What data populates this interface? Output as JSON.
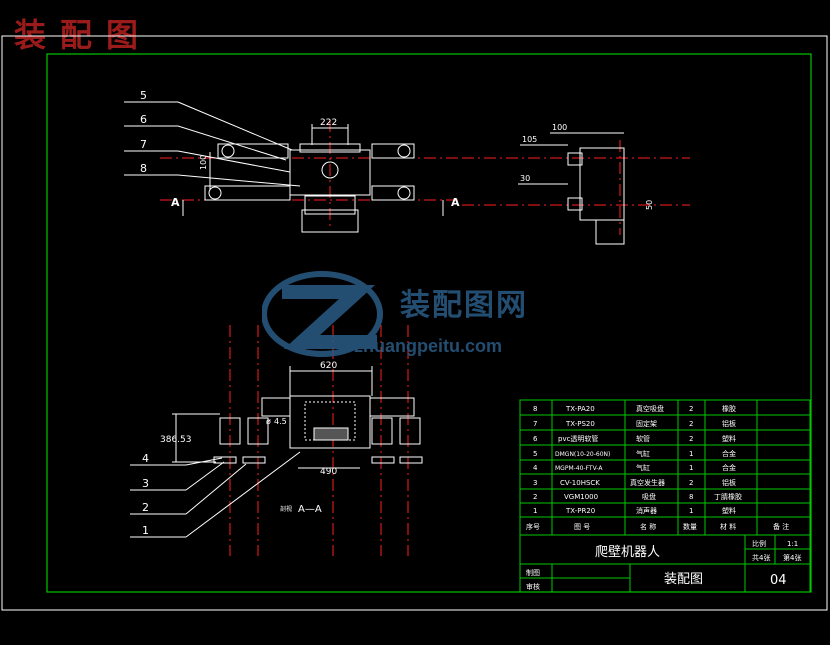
{
  "header": {
    "brand_text": "装配图"
  },
  "watermark": {
    "logo_text": "装配图网",
    "url": "zhuangpeitu.com"
  },
  "colors": {
    "frame": "#ffffff",
    "border": "#00c800",
    "part": "#ffffff",
    "centerline": "#ff2020",
    "dimension": "#ffffff",
    "watermark": "#2a5c86",
    "brand": "#9b1b1b"
  },
  "top_view": {
    "section_marks": [
      "A",
      "A"
    ],
    "dim_width": "222",
    "dim_height": "100",
    "leaders": [
      "5",
      "6",
      "7",
      "8"
    ]
  },
  "side_view": {
    "dims": [
      "100",
      "105",
      "30",
      "50"
    ]
  },
  "front_view": {
    "dims": [
      "620",
      "490",
      "386.53",
      "4.5"
    ],
    "dia_prefix": "ø",
    "leaders": [
      "4",
      "3",
      "2",
      "1"
    ],
    "section_label": "A—A",
    "section_prefix": "剖视"
  },
  "parts_list": {
    "rows": [
      {
        "no": "8",
        "code": "TX-PA20",
        "name": "真空吸盘",
        "qty": "2",
        "material": "橡胶",
        "remark": ""
      },
      {
        "no": "7",
        "code": "TX-PS20",
        "name": "固定架",
        "qty": "2",
        "material": "铝板",
        "remark": ""
      },
      {
        "no": "6",
        "code": "pvc透明软管",
        "name": "软管",
        "qty": "2",
        "material": "塑料",
        "remark": ""
      },
      {
        "no": "5",
        "code": "DMGN(10-20-60N)",
        "name": "气缸",
        "qty": "1",
        "material": "合金",
        "remark": ""
      },
      {
        "no": "4",
        "code": "MGPM-40-FTV-A",
        "name": "气缸",
        "qty": "1",
        "material": "合金",
        "remark": ""
      },
      {
        "no": "3",
        "code": "CV-10HSCK",
        "name": "真空发生器",
        "qty": "2",
        "material": "铝板",
        "remark": ""
      },
      {
        "no": "2",
        "code": "VGM1000",
        "name": "吸盘",
        "qty": "8",
        "material": "丁腈橡胶",
        "remark": ""
      },
      {
        "no": "1",
        "code": "TX-PR20",
        "name": "消声器",
        "qty": "1",
        "material": "塑料",
        "remark": ""
      }
    ],
    "header": {
      "no": "序号",
      "code": "图 号",
      "name": "名 称",
      "qty": "数量",
      "material": "材 料",
      "remark": "备 注"
    }
  },
  "title_block": {
    "product": "爬壁机器人",
    "scale_label": "比例",
    "scale": "1:1",
    "sheets_label": "共4张",
    "sheet_label": "第4张",
    "drawing_title": "装配图",
    "drawing_no": "04",
    "drawn_label": "制图",
    "checked_label": "审核"
  }
}
